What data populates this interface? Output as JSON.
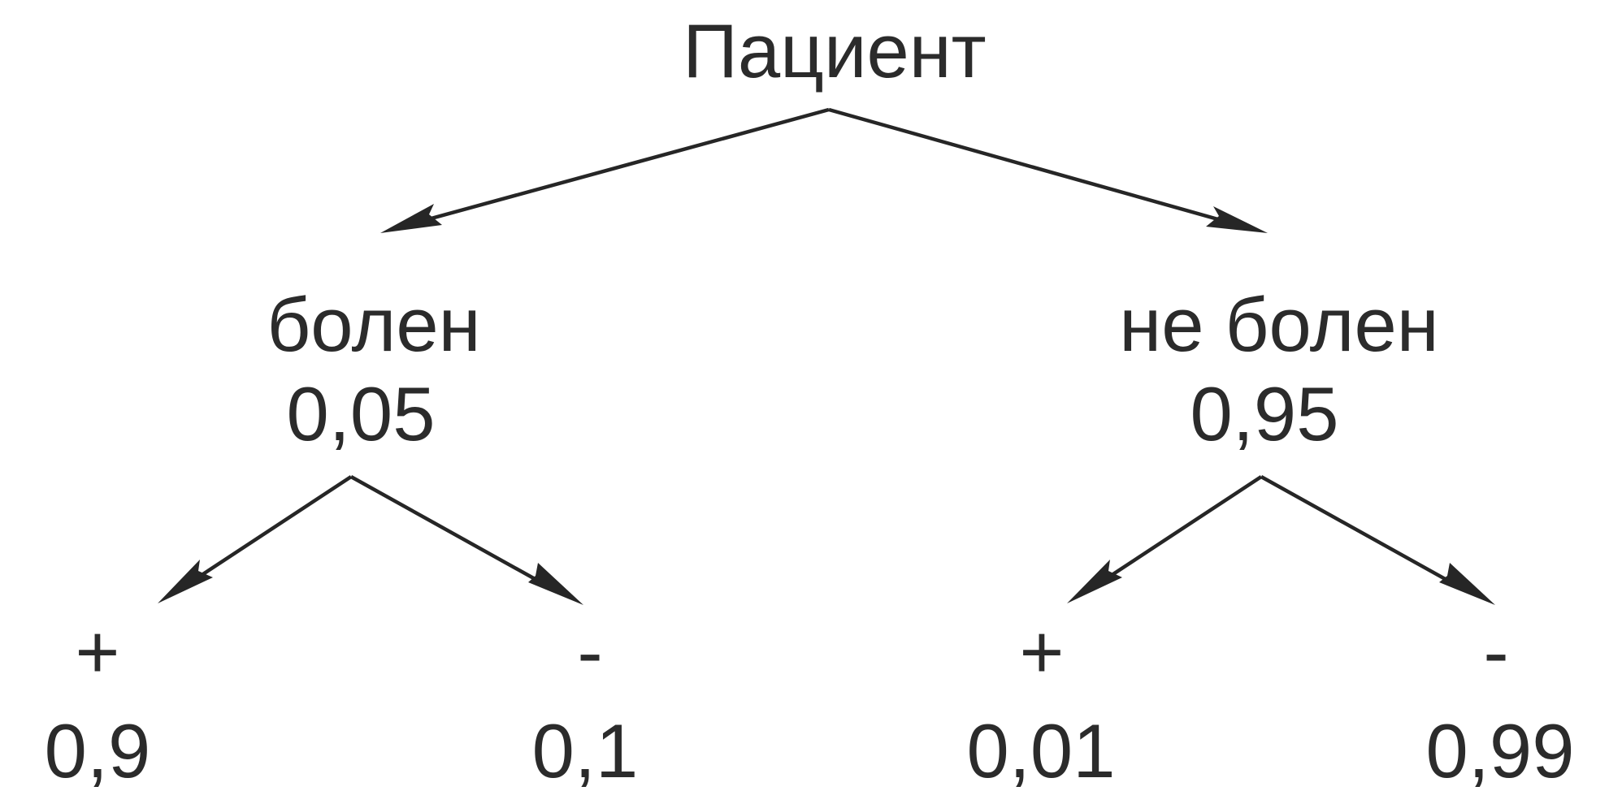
{
  "root": {
    "label": "Пациент"
  },
  "branches": [
    {
      "label": "болен",
      "probability": "0,05",
      "outcomes": [
        {
          "sign": "+",
          "probability": "0,9"
        },
        {
          "sign": "-",
          "probability": "0,1"
        }
      ]
    },
    {
      "label": "не болен",
      "probability": "0,95",
      "outcomes": [
        {
          "sign": "+",
          "probability": "0,01"
        },
        {
          "sign": "-",
          "probability": "0,99"
        }
      ]
    }
  ],
  "colors": {
    "ink": "#262626",
    "background": "#ffffff"
  }
}
